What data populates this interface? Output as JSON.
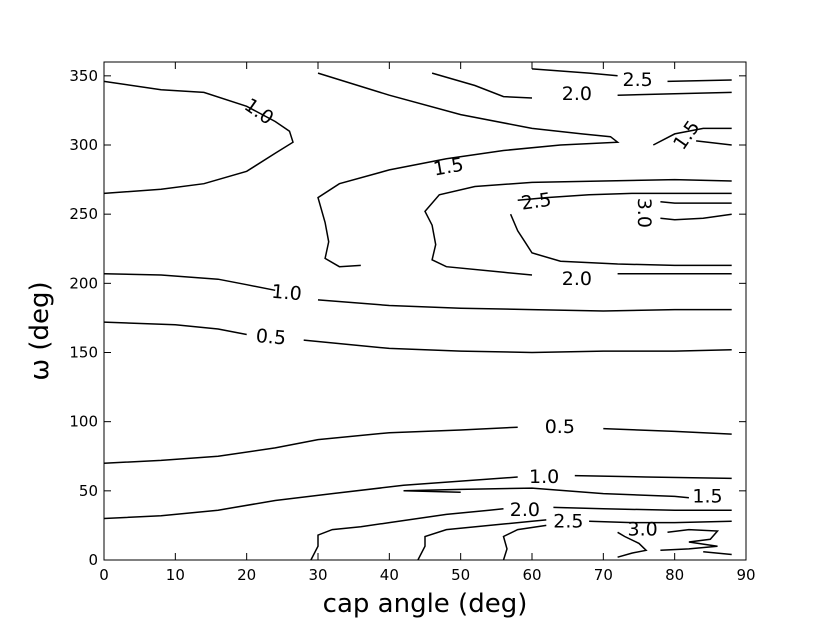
{
  "chart_data": {
    "type": "contour",
    "title": "",
    "xlabel": "cap angle (deg)",
    "ylabel": "ω (deg)",
    "xlim": [
      0,
      90
    ],
    "ylim": [
      0,
      360
    ],
    "xticks": [
      0,
      10,
      20,
      30,
      40,
      50,
      60,
      70,
      80,
      90
    ],
    "yticks": [
      0,
      50,
      100,
      150,
      200,
      250,
      300,
      350
    ],
    "grid": false,
    "legend": "none",
    "line_color": "#000000",
    "contours": [
      {
        "level": "1.0",
        "points": [
          [
            0,
            346
          ],
          [
            8,
            340
          ],
          [
            14,
            338
          ],
          [
            20,
            328
          ],
          [
            24,
            317
          ],
          [
            26,
            310
          ],
          [
            26.5,
            302
          ],
          [
            24,
            294
          ],
          [
            20,
            281
          ],
          [
            14,
            272
          ],
          [
            8,
            268
          ],
          [
            0,
            265
          ]
        ],
        "labels": [
          {
            "text": "1.0",
            "x": 21.7,
            "y": 324,
            "rot": 35
          }
        ]
      },
      {
        "level": "1.5",
        "points": [
          [
            30,
            352
          ],
          [
            40,
            336
          ],
          [
            50,
            322
          ],
          [
            60,
            312
          ],
          [
            67,
            308
          ],
          [
            71,
            306
          ],
          [
            72,
            302
          ],
          [
            64,
            300
          ],
          [
            56,
            296
          ],
          [
            48,
            290
          ],
          [
            40,
            282
          ],
          [
            33,
            272
          ],
          [
            30,
            262
          ],
          [
            31,
            244
          ],
          [
            31.5,
            230
          ],
          [
            31,
            218
          ],
          [
            33,
            212
          ],
          [
            36,
            213
          ]
        ],
        "labels": [
          {
            "text": "1.5",
            "x": 48.3,
            "y": 284,
            "rot": -10
          }
        ]
      },
      {
        "level": "1.5",
        "points": [
          [
            77,
            300
          ],
          [
            80,
            308
          ],
          [
            84,
            312
          ],
          [
            88,
            312
          ]
        ],
        "labels": [
          {
            "text": "1.5",
            "x": 81.7,
            "y": 307,
            "rot": -55
          }
        ]
      },
      {
        "level": "1.5",
        "points": [
          [
            83,
            303
          ],
          [
            88,
            300
          ]
        ],
        "labels": []
      },
      {
        "level": "2.0",
        "points": [
          [
            46,
            352
          ],
          [
            52,
            343
          ],
          [
            56,
            335
          ],
          [
            60,
            334
          ]
        ],
        "labels": [
          {
            "text": "2.0",
            "x": 66.3,
            "y": 337,
            "rot": 0
          }
        ]
      },
      {
        "level": "2.0",
        "points": [
          [
            72,
            336
          ],
          [
            80,
            337
          ],
          [
            88,
            338
          ]
        ],
        "labels": []
      },
      {
        "level": "2.5",
        "points": [
          [
            60,
            355
          ],
          [
            68,
            352
          ],
          [
            72,
            350
          ]
        ],
        "labels": [
          {
            "text": "2.5",
            "x": 74.8,
            "y": 347,
            "rot": 0
          }
        ]
      },
      {
        "level": "2.5",
        "points": [
          [
            79,
            346
          ],
          [
            88,
            347
          ]
        ],
        "labels": []
      },
      {
        "level": "2.0",
        "points": [
          [
            88,
            274
          ],
          [
            80,
            275
          ],
          [
            70,
            274
          ],
          [
            60,
            273
          ],
          [
            52,
            270
          ],
          [
            47,
            264
          ],
          [
            45,
            252
          ],
          [
            46,
            242
          ],
          [
            46.5,
            228
          ],
          [
            46,
            217
          ],
          [
            48,
            212
          ],
          [
            56,
            208
          ],
          [
            60,
            206
          ]
        ],
        "labels": [
          {
            "text": "2.0",
            "x": 66.3,
            "y": 203,
            "rot": 0
          }
        ]
      },
      {
        "level": "2.0",
        "points": [
          [
            72,
            207
          ],
          [
            80,
            207
          ],
          [
            88,
            207
          ]
        ],
        "labels": []
      },
      {
        "level": "2.5",
        "points": [
          [
            58,
            260
          ],
          [
            62,
            262
          ],
          [
            68,
            264
          ],
          [
            74,
            265
          ],
          [
            80,
            265
          ],
          [
            88,
            265
          ]
        ],
        "labels": [
          {
            "text": "2.5",
            "x": 60.6,
            "y": 259,
            "rot": -8
          }
        ]
      },
      {
        "level": "2.5",
        "points": [
          [
            57,
            250
          ],
          [
            58,
            238
          ],
          [
            59,
            230
          ],
          [
            60,
            222
          ],
          [
            64,
            216
          ],
          [
            72,
            214
          ],
          [
            80,
            213
          ],
          [
            88,
            213
          ]
        ],
        "labels": []
      },
      {
        "level": "3.0",
        "points": [
          [
            78,
            259
          ],
          [
            80,
            258
          ],
          [
            88,
            258
          ]
        ],
        "labels": [
          {
            "text": "3.0",
            "x": 75.7,
            "y": 251,
            "rot": 90
          }
        ]
      },
      {
        "level": "3.0",
        "points": [
          [
            78,
            247
          ],
          [
            80,
            246
          ],
          [
            84,
            247
          ],
          [
            88,
            250
          ]
        ],
        "labels": []
      },
      {
        "level": "1.0",
        "points": [
          [
            0,
            207
          ],
          [
            8,
            206
          ],
          [
            16,
            203
          ],
          [
            20,
            199
          ],
          [
            24,
            195
          ]
        ],
        "labels": [
          {
            "text": "1.0",
            "x": 25.6,
            "y": 193,
            "rot": 5
          }
        ]
      },
      {
        "level": "1.0",
        "points": [
          [
            30,
            188
          ],
          [
            40,
            184
          ],
          [
            50,
            182
          ],
          [
            60,
            181
          ],
          [
            70,
            180
          ],
          [
            80,
            181
          ],
          [
            88,
            181
          ]
        ],
        "labels": []
      },
      {
        "level": "0.5",
        "points": [
          [
            0,
            172
          ],
          [
            10,
            170
          ],
          [
            16,
            167
          ],
          [
            20,
            163
          ]
        ],
        "labels": [
          {
            "text": "0.5",
            "x": 23.4,
            "y": 161,
            "rot": 5
          }
        ]
      },
      {
        "level": "0.5",
        "points": [
          [
            28,
            159
          ],
          [
            40,
            153
          ],
          [
            50,
            151
          ],
          [
            60,
            150
          ],
          [
            70,
            151
          ],
          [
            80,
            151
          ],
          [
            88,
            152
          ]
        ],
        "labels": []
      },
      {
        "level": "0.5",
        "points": [
          [
            0,
            70
          ],
          [
            8,
            72
          ],
          [
            16,
            75
          ],
          [
            24,
            81
          ],
          [
            30,
            87
          ],
          [
            40,
            92
          ],
          [
            50,
            94
          ],
          [
            58,
            96
          ]
        ],
        "labels": [
          {
            "text": "0.5",
            "x": 63.9,
            "y": 96,
            "rot": 0
          }
        ]
      },
      {
        "level": "0.5",
        "points": [
          [
            70,
            95
          ],
          [
            80,
            93
          ],
          [
            88,
            91
          ]
        ],
        "labels": []
      },
      {
        "level": "1.0",
        "points": [
          [
            0,
            30
          ],
          [
            8,
            32
          ],
          [
            16,
            36
          ],
          [
            24,
            43
          ],
          [
            32,
            48
          ],
          [
            42,
            54
          ],
          [
            50,
            57
          ],
          [
            58,
            60
          ]
        ],
        "labels": [
          {
            "text": "1.0",
            "x": 61.7,
            "y": 60,
            "rot": 0
          }
        ]
      },
      {
        "level": "1.0",
        "points": [
          [
            66,
            61
          ],
          [
            76,
            60
          ],
          [
            88,
            59
          ]
        ],
        "labels": []
      },
      {
        "level": "1.5",
        "points": [
          [
            42,
            50
          ],
          [
            50,
            51
          ],
          [
            60,
            52
          ],
          [
            70,
            48
          ],
          [
            80,
            46
          ],
          [
            82,
            45
          ]
        ],
        "labels": [
          {
            "text": "1.5",
            "x": 84.6,
            "y": 46,
            "rot": 0
          }
        ]
      },
      {
        "level": "1.5",
        "points": [
          [
            42,
            50
          ],
          [
            50,
            49
          ]
        ],
        "labels": []
      },
      {
        "level": "2.0",
        "points": [
          [
            29,
            0
          ],
          [
            30,
            10
          ],
          [
            30,
            18
          ],
          [
            32,
            22
          ],
          [
            36,
            24
          ],
          [
            40,
            27
          ],
          [
            48,
            33
          ],
          [
            54,
            36
          ],
          [
            56,
            37
          ]
        ],
        "labels": [
          {
            "text": "2.0",
            "x": 59.0,
            "y": 36,
            "rot": 0
          }
        ]
      },
      {
        "level": "2.0",
        "points": [
          [
            63,
            38
          ],
          [
            70,
            37
          ],
          [
            80,
            36
          ],
          [
            88,
            36
          ]
        ],
        "labels": []
      },
      {
        "level": "2.5",
        "points": [
          [
            44,
            0
          ],
          [
            45,
            10
          ],
          [
            45,
            17
          ],
          [
            48,
            22
          ],
          [
            56,
            26
          ],
          [
            60,
            28
          ],
          [
            62,
            29
          ]
        ],
        "labels": [
          {
            "text": "2.5",
            "x": 65.1,
            "y": 28,
            "rot": 0
          }
        ]
      },
      {
        "level": "2.5",
        "points": [
          [
            68,
            28
          ],
          [
            74,
            27
          ],
          [
            80,
            27
          ],
          [
            88,
            28
          ]
        ],
        "labels": []
      },
      {
        "level": "3.0",
        "points": [
          [
            56,
            0
          ],
          [
            56.5,
            8
          ],
          [
            56,
            17
          ],
          [
            58,
            22
          ],
          [
            62,
            25
          ]
        ],
        "labels": [
          {
            "text": "3.0",
            "x": 75.5,
            "y": 22,
            "rot": 0
          }
        ]
      },
      {
        "level": "3.0",
        "points": [
          [
            72,
            2
          ],
          [
            74,
            5
          ],
          [
            76,
            7
          ],
          [
            75,
            12
          ],
          [
            73,
            17
          ],
          [
            72,
            20
          ]
        ],
        "labels": []
      },
      {
        "level": "3.0",
        "points": [
          [
            79,
            20
          ],
          [
            82,
            22
          ],
          [
            86,
            21
          ],
          [
            85,
            15
          ],
          [
            82,
            13
          ],
          [
            86,
            10
          ],
          [
            82,
            8
          ],
          [
            78,
            7
          ]
        ],
        "labels": []
      },
      {
        "level": "3.0",
        "points": [
          [
            84,
            6
          ],
          [
            88,
            4
          ]
        ],
        "labels": []
      }
    ]
  }
}
